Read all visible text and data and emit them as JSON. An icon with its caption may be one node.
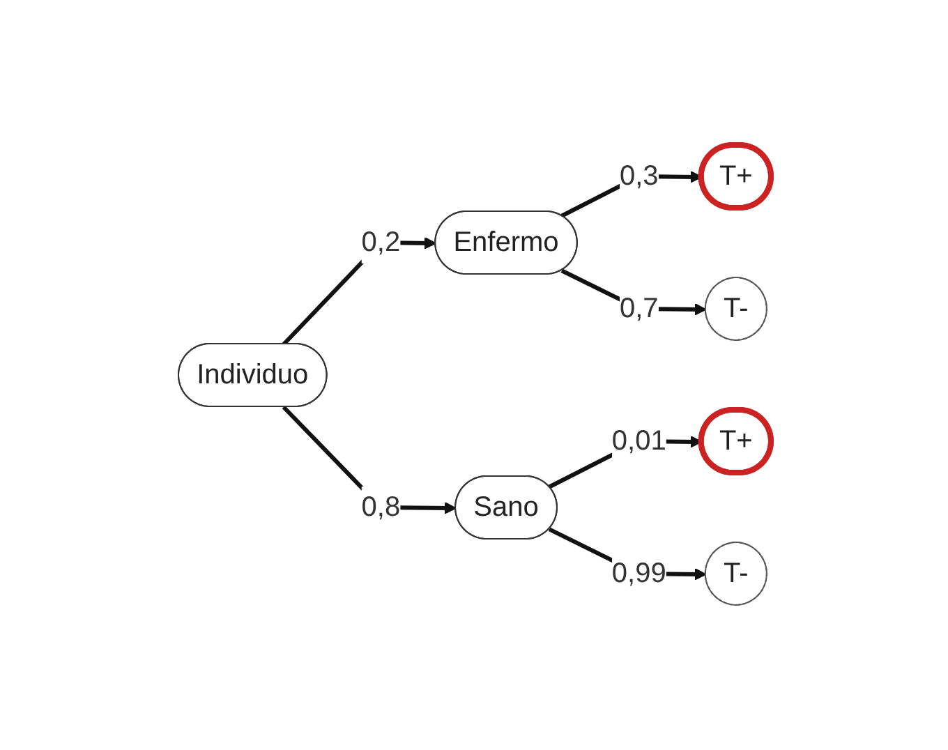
{
  "diagram": {
    "nodes": [
      {
        "text": [
          "Individuo"
        ]
      },
      {
        "text": [
          "Enfermo"
        ]
      },
      {
        "text": [
          "T+"
        ]
      },
      {
        "text": [
          "T-"
        ]
      },
      {
        "text": [
          "Sano"
        ]
      },
      {
        "text": [
          "T+"
        ]
      },
      {
        "text": [
          "T-"
        ]
      }
    ],
    "edges": [
      {
        "from": 0,
        "to": 1,
        "arrow": "to",
        "label": "0,2"
      },
      {
        "from": 1,
        "to": 2,
        "arrow": "to",
        "label": "0,3"
      },
      {
        "from": 1,
        "to": 3,
        "arrow": "to",
        "label": "0,7"
      },
      {
        "from": 0,
        "to": 4,
        "arrow": "to",
        "label": "0,8"
      },
      {
        "from": 4,
        "to": 5,
        "arrow": "to",
        "label": "0,01"
      },
      {
        "from": 4,
        "to": 6,
        "arrow": "to",
        "label": "0,99"
      }
    ]
  }
}
